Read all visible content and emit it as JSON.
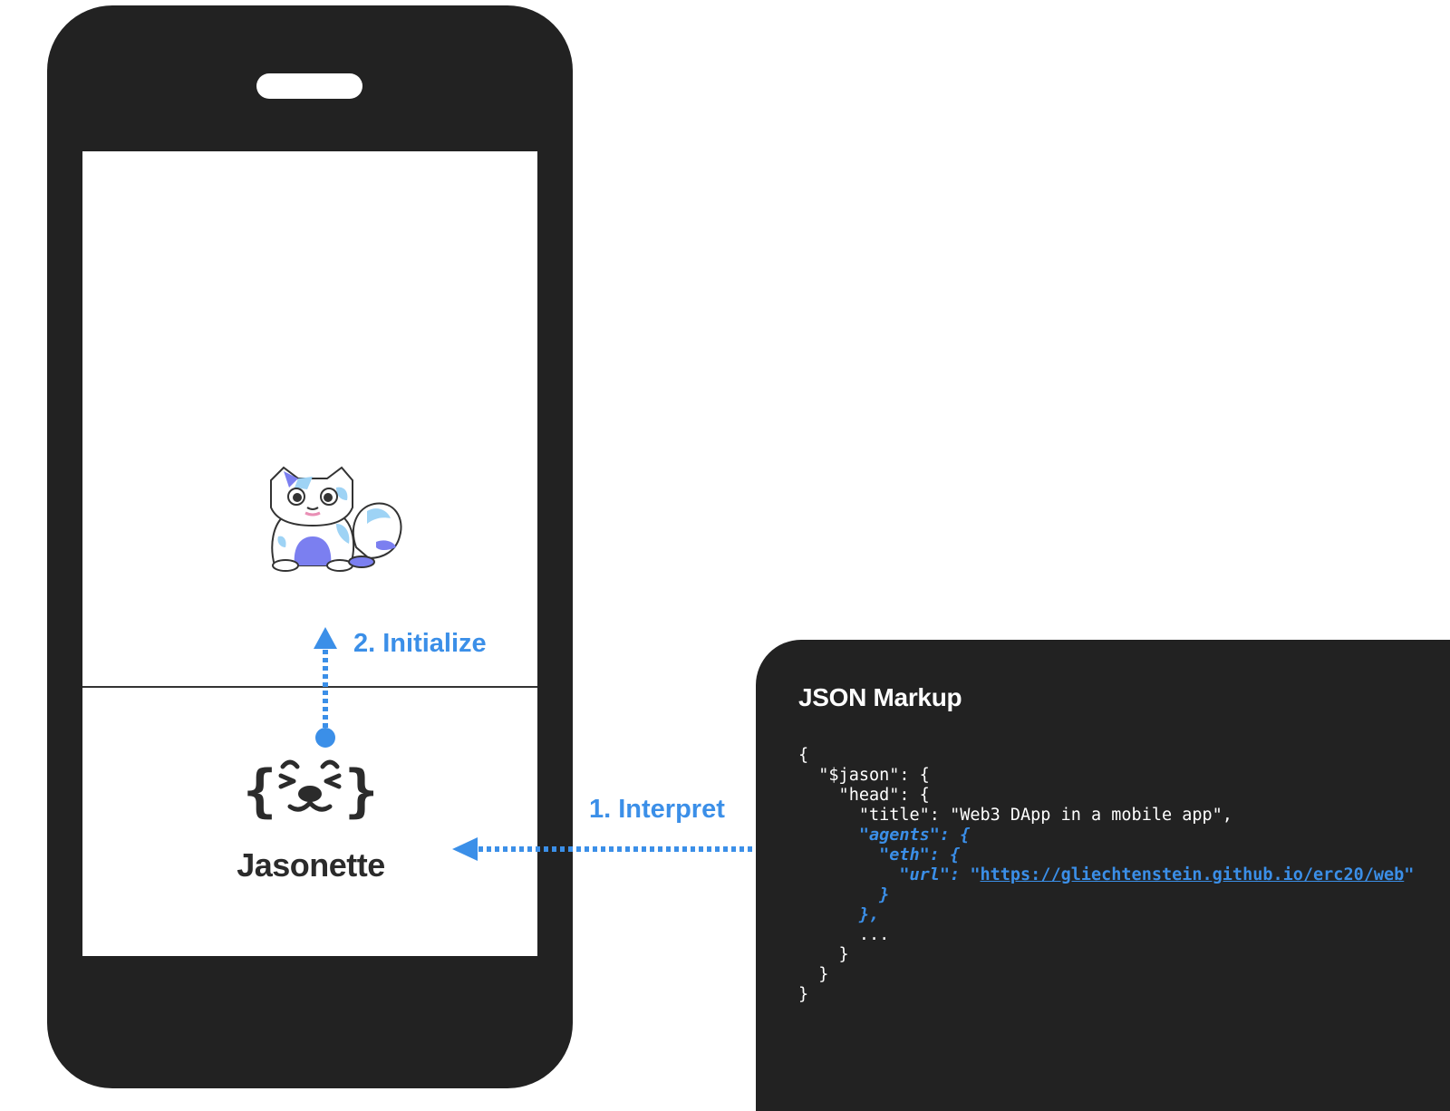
{
  "phone": {
    "app_name": "Jasonette",
    "logo_icon": "jasonette-face-braces-icon",
    "cat_icon": "cryptokitty-icon"
  },
  "steps": {
    "initialize": "2. Initialize",
    "interpret": "1. Interpret"
  },
  "panel": {
    "title": "JSON Markup",
    "code": {
      "l1": "{",
      "l2": "  \"$jason\": {",
      "l3": "    \"head\": {",
      "l4": "      \"title\": \"Web3 DApp in a mobile app\",",
      "l5": "      \"agents\": {",
      "l6": "        \"eth\": {",
      "l7_key": "          \"url\": \"",
      "l7_url": "https://gliechtenstein.github.io/erc20/web",
      "l7_end": "\"",
      "l8": "        }",
      "l9": "      },",
      "l10": "      ...",
      "l11": "    }",
      "l12": "  }",
      "l13": "}"
    }
  },
  "colors": {
    "accent": "#3b8fe8",
    "dark": "#222222",
    "cat_purple": "#7b7ff0",
    "cat_blue": "#9ed3f5"
  }
}
